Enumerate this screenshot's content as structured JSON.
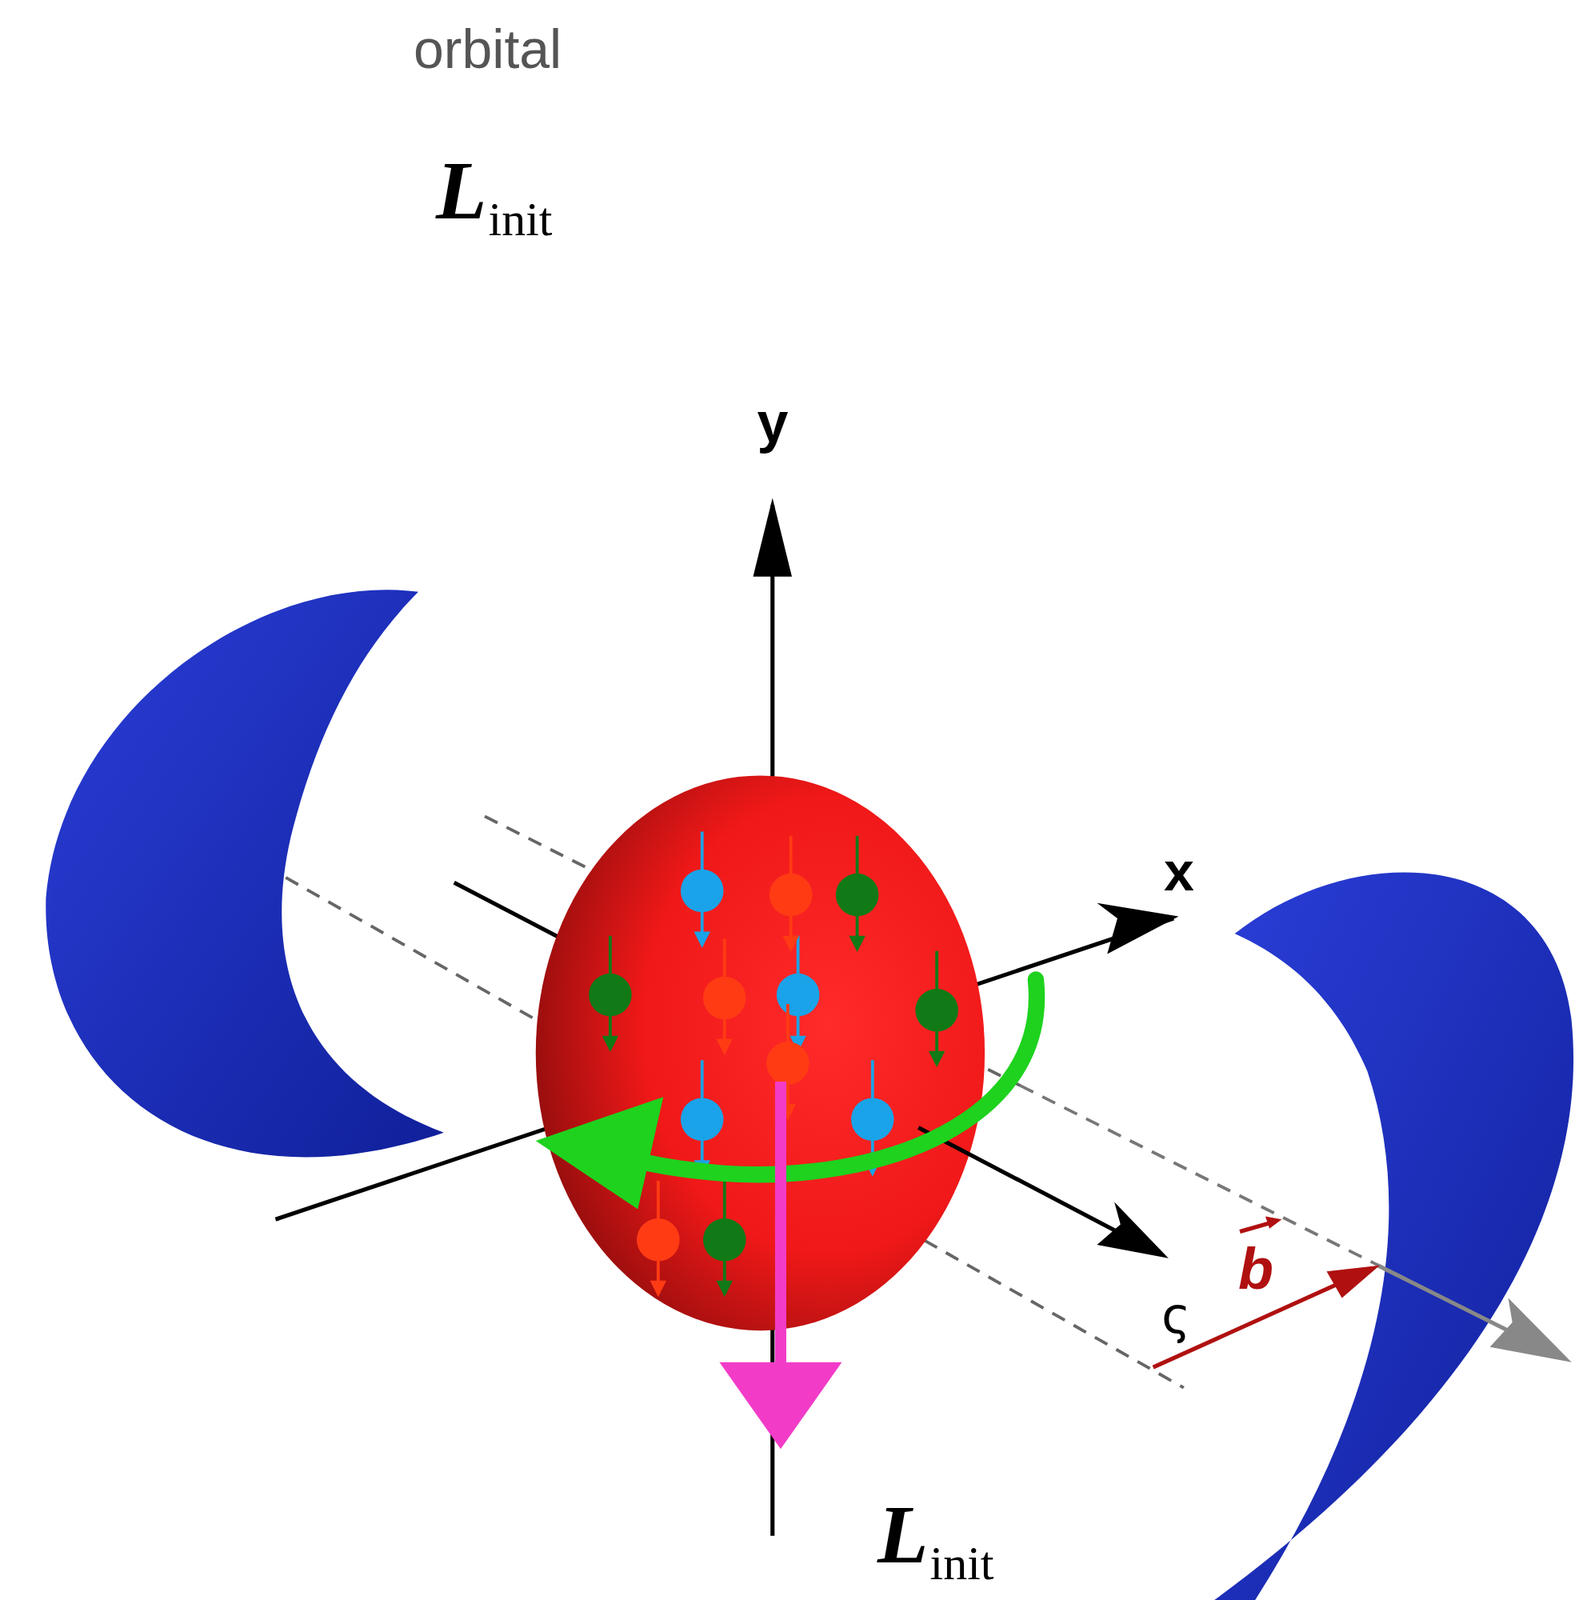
{
  "diagram": {
    "labels": [
      "orbital",
      "L",
      "init",
      "y",
      "x",
      "ς",
      "b",
      "L",
      "init"
    ]
  }
}
